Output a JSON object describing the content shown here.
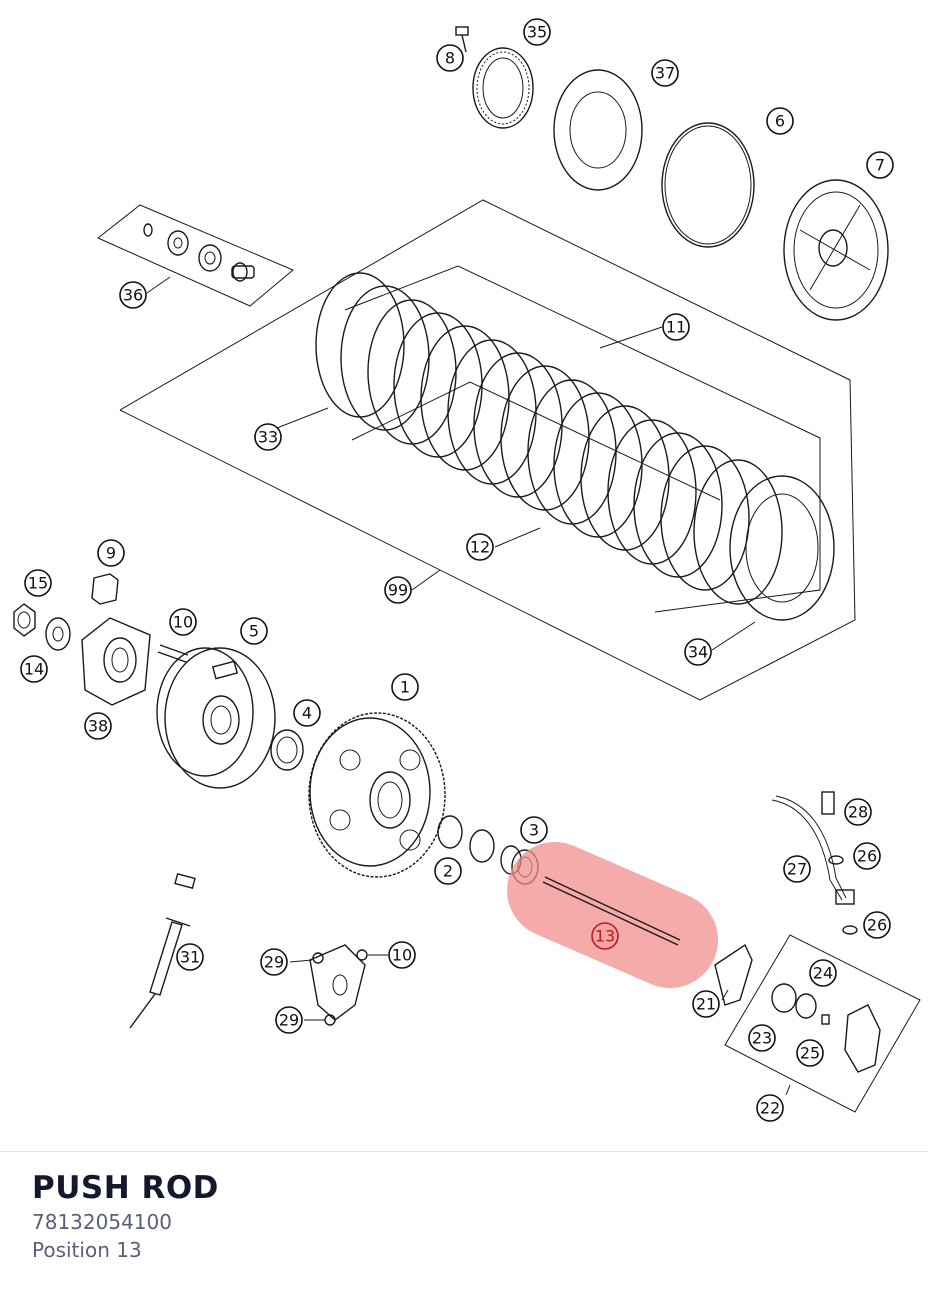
{
  "part": {
    "name": "PUSH ROD",
    "number": "78132054100",
    "position": "Position 13"
  },
  "highlight": {
    "callout": "13",
    "color": "#f28b8b"
  },
  "callouts": [
    "1",
    "2",
    "3",
    "4",
    "5",
    "6",
    "7",
    "8",
    "9",
    "10",
    "10",
    "11",
    "12",
    "13",
    "14",
    "15",
    "21",
    "22",
    "23",
    "24",
    "25",
    "26",
    "26",
    "27",
    "28",
    "29",
    "29",
    "31",
    "33",
    "34",
    "35",
    "36",
    "37",
    "38",
    "99"
  ]
}
